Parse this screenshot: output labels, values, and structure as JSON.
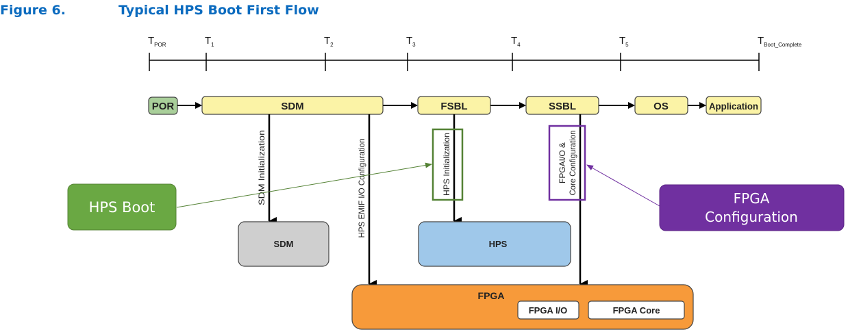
{
  "figure": {
    "number": "Figure 6.",
    "title": "Typical HPS Boot First Flow"
  },
  "timeline": {
    "markers": [
      {
        "main": "T",
        "sub": "POR"
      },
      {
        "main": "T",
        "sub": "1"
      },
      {
        "main": "T",
        "sub": "2"
      },
      {
        "main": "T",
        "sub": "3"
      },
      {
        "main": "T",
        "sub": "4"
      },
      {
        "main": "T",
        "sub": "5"
      },
      {
        "main": "T",
        "sub": "Boot_Complete"
      }
    ]
  },
  "flow": {
    "stages": [
      "POR",
      "SDM",
      "FSBL",
      "SSBL",
      "OS",
      "Application"
    ]
  },
  "vertical_labels": {
    "sdm_init": "SDM Initialization",
    "hps_emif": "HPS EMIF I/O Configuration",
    "hps_init": "HPS Initialization",
    "fpga_io_core_line1": "FPGAI/O &",
    "fpga_io_core_line2": "Core Configuration"
  },
  "blocks": {
    "sdm": "SDM",
    "hps": "HPS",
    "fpga": "FPGA",
    "fpga_io": "FPGA I/O",
    "fpga_core": "FPGA Core"
  },
  "callouts": {
    "hps_boot": "HPS Boot",
    "fpga_config_line1": "FPGA",
    "fpga_config_line2": "Configuration"
  },
  "colors": {
    "title_blue": "#0b6bbf",
    "por_green": "#a9cf9a",
    "stage_yellow": "#fbf3a6",
    "sdm_gray": "#cfcfcf",
    "hps_blue": "#9fc8ea",
    "fpga_orange": "#f79a3a",
    "callout_green": "#6aa843",
    "callout_purple": "#7030a0"
  }
}
